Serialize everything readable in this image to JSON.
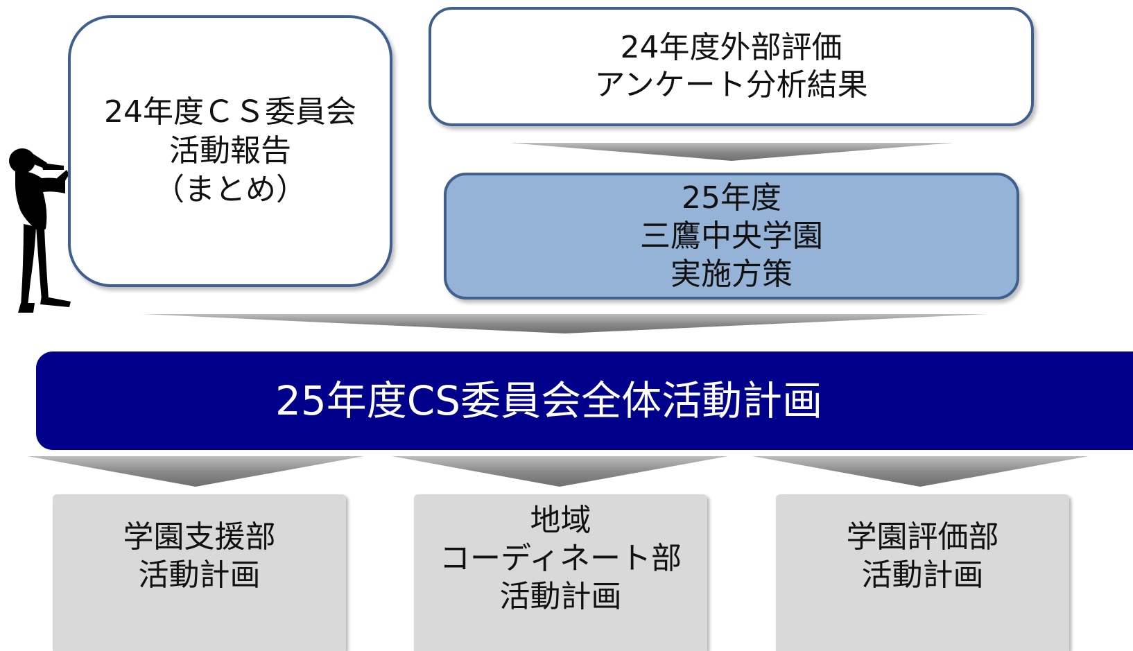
{
  "report_box": {
    "lines": [
      "24年度ＣＳ委員会",
      "活動報告",
      "（まとめ）"
    ]
  },
  "survey_box": {
    "lines": [
      "24年度外部評価",
      "アンケート分析結果"
    ]
  },
  "plan25_box": {
    "lines": [
      "25年度",
      "三鷹中央学園",
      "実施方策"
    ]
  },
  "main_plan": {
    "label": "25年度CS委員会全体活動計画"
  },
  "departments": [
    {
      "lines": [
        "学園支援部",
        "活動計画"
      ]
    },
    {
      "lines": [
        "地域",
        "コーディネート部",
        "活動計画"
      ]
    },
    {
      "lines": [
        "学園評価部",
        "活動計画"
      ]
    }
  ],
  "figure": {
    "icon": "presenter-silhouette-icon"
  },
  "colors": {
    "box_border": "#3f5f8f",
    "plan25_fill": "#95b3d7",
    "main_fill": "#00008b",
    "department_fill": "#d9d9d9",
    "chevron_fill": "#7f7f7f"
  }
}
